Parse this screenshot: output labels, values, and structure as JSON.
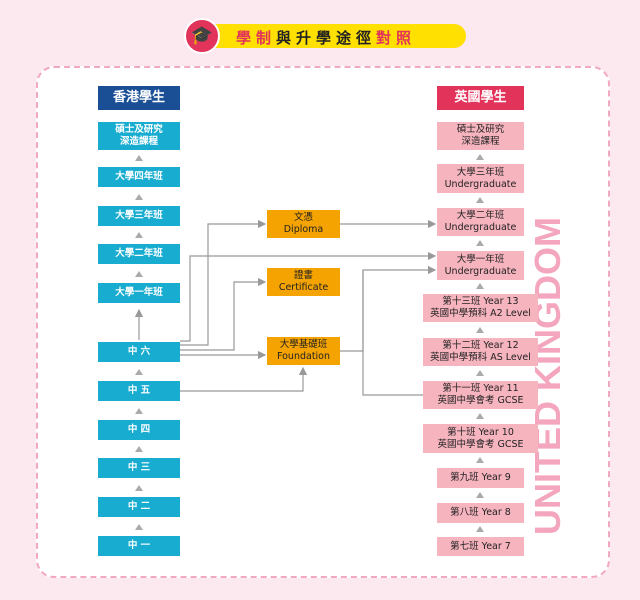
{
  "title": {
    "part1": "學制",
    "part2": "與升學途徑",
    "part3": "對照"
  },
  "hk": {
    "header": "香港學生",
    "items": [
      "碩士及研究\n深造課程",
      "大學四年班",
      "大學三年班",
      "大學二年班",
      "大學一年班",
      "中 六",
      "中 五",
      "中 四",
      "中 三",
      "中 二",
      "中 一"
    ]
  },
  "middle": [
    "文憑\nDiploma",
    "證書\nCertificate",
    "大學基礎班\nFoundation"
  ],
  "uk": {
    "header": "英國學生",
    "items": [
      "碩士及研究\n深造課程",
      "大學三年班\nUndergraduate",
      "大學二年班\nUndergraduate",
      "大學一年班\nUndergraduate",
      "第十三班 Year 13\n英國中學預科 A2 Level",
      "第十二班 Year 12\n英國中學預科 AS Level",
      "第十一班 Year 11\n英國中學會考 GCSE",
      "第十班 Year 10\n英國中學會考 GCSE",
      "第九班 Year 9",
      "第八班 Year 8",
      "第七班 Year 7"
    ]
  },
  "side_label": "UNITED KINGDOM",
  "colors": {
    "hk": "#18acd0",
    "mid": "#f5a300",
    "uk": "#f6b4bf",
    "accent": "#e2335b"
  }
}
